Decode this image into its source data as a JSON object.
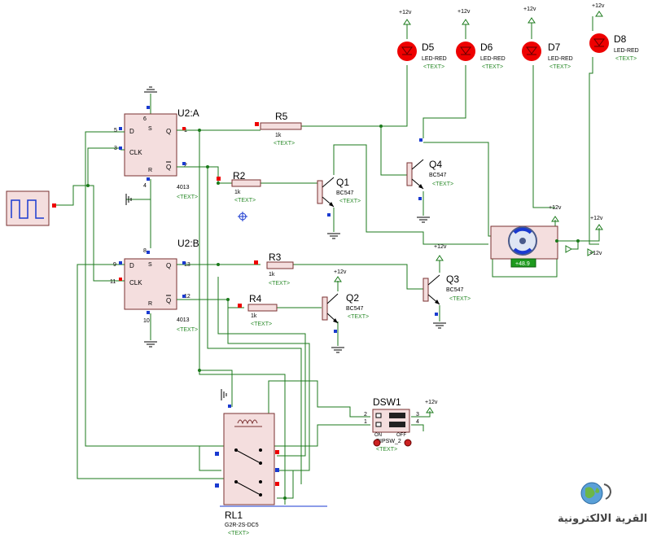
{
  "components": {
    "u2a": {
      "ref": "U2:A",
      "part": "4013",
      "text": "<TEXT>",
      "pins": {
        "d": "D",
        "clk": "CLK",
        "q": "Q",
        "qbar": "Q",
        "s": "S",
        "r": "R",
        "n5": "5",
        "n3": "3",
        "n1": "1",
        "n2": "2",
        "n6": "6",
        "n4": "4"
      }
    },
    "u2b": {
      "ref": "U2:B",
      "part": "4013",
      "text": "<TEXT>",
      "pins": {
        "d": "D",
        "clk": "CLK",
        "q": "Q",
        "qbar": "Q",
        "s": "S",
        "r": "R",
        "n9": "9",
        "n11": "11",
        "n13": "13",
        "n12": "12",
        "n8": "8",
        "n10": "10"
      }
    },
    "r5": {
      "ref": "R5",
      "value": "1k",
      "text": "<TEXT>"
    },
    "r2": {
      "ref": "R2",
      "value": "1k",
      "text": "<TEXT>"
    },
    "r3": {
      "ref": "R3",
      "value": "1k",
      "text": "<TEXT>"
    },
    "r4": {
      "ref": "R4",
      "value": "1k",
      "text": "<TEXT>"
    },
    "q1": {
      "ref": "Q1",
      "part": "BC547",
      "text": "<TEXT>"
    },
    "q2": {
      "ref": "Q2",
      "part": "BC547",
      "text": "<TEXT>"
    },
    "q3": {
      "ref": "Q3",
      "part": "BC547",
      "text": "<TEXT>"
    },
    "q4": {
      "ref": "Q4",
      "part": "BC547",
      "text": "<TEXT>"
    },
    "d5": {
      "ref": "D5",
      "part": "LED-RED",
      "text": "<TEXT>"
    },
    "d6": {
      "ref": "D6",
      "part": "LED-RED",
      "text": "<TEXT>"
    },
    "d7": {
      "ref": "D7",
      "part": "LED-RED",
      "text": "<TEXT>"
    },
    "d8": {
      "ref": "D8",
      "part": "LED-RED",
      "text": "<TEXT>"
    },
    "dsw1": {
      "ref": "DSW1",
      "part": "DIPSW_2",
      "text": "<TEXT>",
      "on": "ON",
      "off": "OFF",
      "p1": "1",
      "p2": "2",
      "p3": "3",
      "p4": "4"
    },
    "rl1": {
      "ref": "RL1",
      "part": "G2R-2S-DC5",
      "text": "<TEXT>"
    },
    "motor": {
      "readout": "+48.9"
    }
  },
  "power": {
    "label": "+12v"
  },
  "logo": {
    "text": "القرية الالكترونية"
  },
  "colors": {
    "wire": "#1b7a1b",
    "body": "#f4dede",
    "outline": "#7a3030",
    "pin_red": "#e00000",
    "pin_blue": "#1a3ad0",
    "led": "#e00000",
    "readout_bg": "#1e9a1e"
  }
}
